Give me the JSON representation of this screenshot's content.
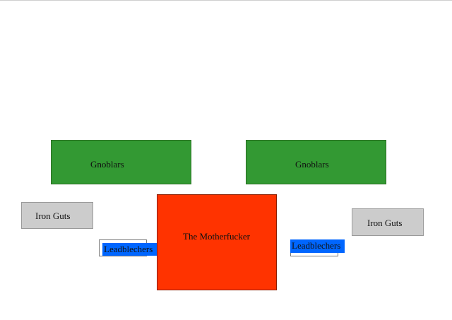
{
  "diagram": {
    "colors": {
      "gnoblars": "#339933",
      "iron_guts": "#cccccc",
      "motherfucker": "#ff3300",
      "leadblechers": "#0066ff"
    },
    "nodes": {
      "gnoblars_left": "Gnoblars",
      "gnoblars_right": "Gnoblars",
      "iron_guts_left": "Iron Guts",
      "iron_guts_right": "Iron Guts",
      "center": "The Motherfucker",
      "leadblechers_left": "Leadblechers",
      "leadblechers_right": "Leadblechers"
    }
  }
}
